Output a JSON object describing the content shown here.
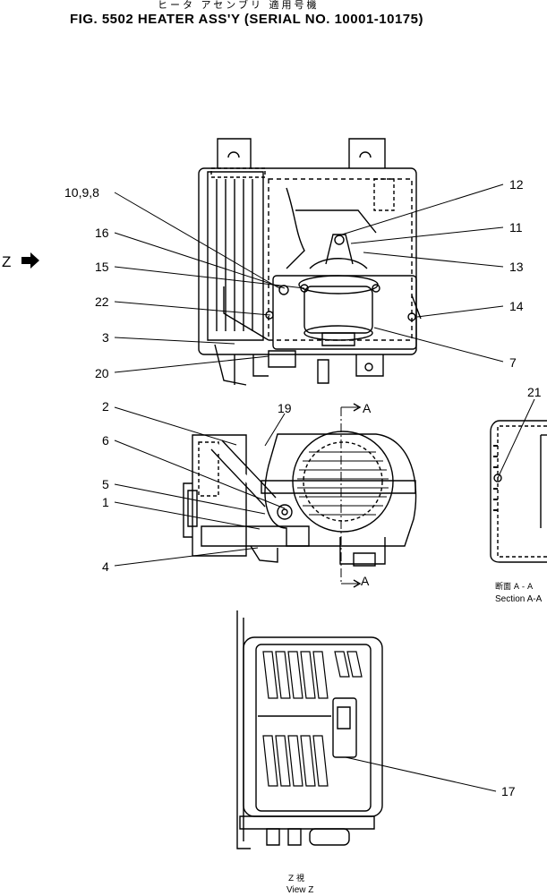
{
  "header": {
    "japanese_title": "ヒータ アセンブリ 適用号機",
    "title": "FIG. 5502  HEATER ASS'Y (SERIAL NO. 10001-10175)"
  },
  "view_markers": {
    "z_arrow_label": "Z",
    "section_a_top": "A",
    "section_a_bottom": "A"
  },
  "callouts": {
    "c10_9_8": "10,9,8",
    "c16": "16",
    "c15": "15",
    "c22": "22",
    "c3": "3",
    "c20": "20",
    "c12": "12",
    "c11": "11",
    "c13": "13",
    "c14": "14",
    "c7": "7",
    "c2": "2",
    "c19": "19",
    "c6": "6",
    "c5": "5",
    "c1": "1",
    "c4": "4",
    "c21": "21",
    "c17": "17"
  },
  "captions": {
    "section_jp": "断面 A - A",
    "section_en": "Section A-A",
    "view_jp": "Z  視",
    "view_en": "View Z"
  }
}
